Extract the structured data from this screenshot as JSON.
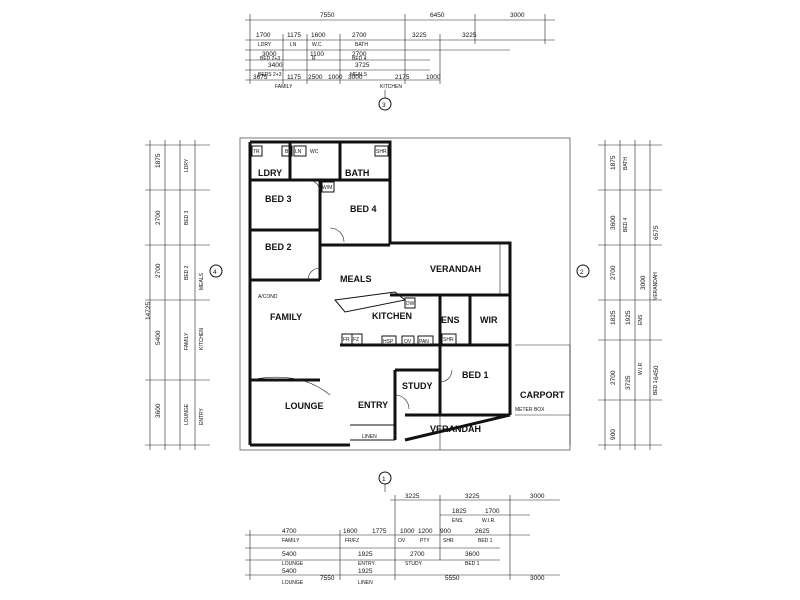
{
  "rooms": {
    "ldry": "LDRY",
    "bath": "BATH",
    "bed3": "BED 3",
    "bed4": "BED 4",
    "bed2": "BED 2",
    "meals": "MEALS",
    "family": "FAMILY",
    "kitchen": "KITCHEN",
    "verandah_top": "VERANDAH",
    "verandah_bottom": "VERANDAH",
    "ens": "ENS",
    "wir": "WIR",
    "bed1": "BED 1",
    "study": "STUDY",
    "carport": "CARPORT",
    "lounge": "LOUNGE",
    "entry": "ENTRY",
    "linen": "LINEN",
    "acond": "A/COND"
  },
  "fixtures": {
    "tr": "TR",
    "b1": "B",
    "ln": "LN",
    "wc": "WC",
    "shr_top": "SHR",
    "wm": "W/M",
    "meter_box": "METER BOX",
    "fr": "FR",
    "fz": "FZ",
    "hsp": "HSP",
    "ov": "OV",
    "pan": "PAN",
    "shr_ens": "SHR",
    "dw": "DW"
  },
  "section_markers": {
    "top": "3",
    "left": "4",
    "right": "2",
    "bottom": "1"
  },
  "top_dims": {
    "overall": [
      "7550",
      "6450",
      "3000"
    ],
    "row1": [
      "1700",
      "1175",
      "1600",
      "2700",
      "3225",
      "3225"
    ],
    "row1_labels": [
      "LDRY",
      "LN",
      "W.C.",
      "BATH"
    ],
    "row2": [
      "3000",
      "1100",
      "2700"
    ],
    "row2_labels": [
      "BED 2+3",
      "R",
      "BED 4"
    ],
    "row3": [
      "3400",
      "3725"
    ],
    "row3_labels": [
      "BEDS 2+3",
      "MEALS"
    ],
    "row4": [
      "3675",
      "1175",
      "2500",
      "1000",
      "3000",
      "2175",
      "1000"
    ],
    "row4_labels": [
      "FAMILY",
      "KITCHEN"
    ]
  },
  "bottom_dims": {
    "top_row": [
      "3225",
      "3225",
      "3000"
    ],
    "ens_row": [
      "1825",
      "1700"
    ],
    "ens_labels": [
      "ENS.",
      "W.I.R."
    ],
    "row1": [
      "4700",
      "1600",
      "1775",
      "1000",
      "1200",
      "900",
      "2625"
    ],
    "row1_labels": [
      "FAMILY",
      "FR/FZ",
      "OV",
      "PTY",
      "SHR",
      "BED 1"
    ],
    "row2": [
      "5400",
      "1925",
      "2700",
      "3600"
    ],
    "row2_labels": [
      "LOUNGE",
      "ENTRY",
      "STUDY",
      "BED 1"
    ],
    "row3": [
      "5400",
      "1925"
    ],
    "row3_labels": [
      "LOUNGE",
      "LINEN"
    ],
    "overall": [
      "7550",
      "5550",
      "3000"
    ]
  },
  "left_dims": {
    "col_values": [
      "1875",
      "2700",
      "2700",
      "5400",
      "3600",
      "14725"
    ],
    "col_labels": [
      "LDRY",
      "BED 3",
      "BED 2",
      "FAMILY",
      "LOUNGE",
      "ENTRY",
      "MEALS",
      "KITCHEN"
    ]
  },
  "right_dims": {
    "col_values": [
      "1875",
      "3600",
      "2700",
      "6575",
      "1825",
      "1925",
      "3000",
      "6450",
      "2700",
      "3725",
      "900"
    ],
    "col_labels": [
      "BATH",
      "BED 4",
      "ENS",
      "W.I.R.",
      "BED 1",
      "VERANDAH"
    ]
  }
}
